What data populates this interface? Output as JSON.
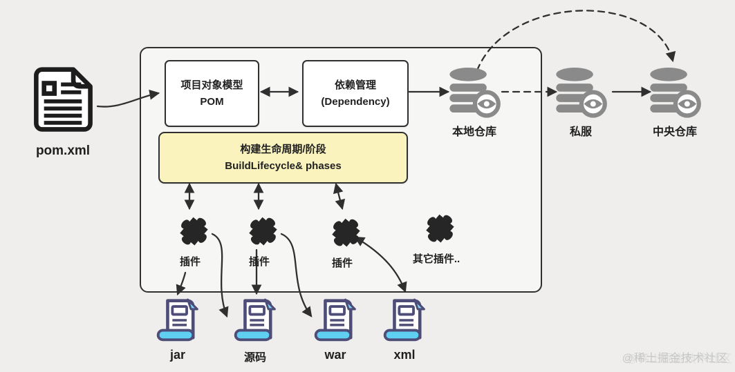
{
  "diagram": {
    "pom_file": {
      "label": "pom.xml"
    },
    "core": {
      "pom_box": {
        "line1": "项目对象模型",
        "line2": "POM"
      },
      "dependency_box": {
        "line1": "依赖管理",
        "line2": "(Dependency)"
      },
      "lifecycle_box": {
        "line1": "构建生命周期/阶段",
        "line2": "BuildLifecycle& phases"
      },
      "plugins": [
        {
          "label": "插件"
        },
        {
          "label": "插件"
        },
        {
          "label": "插件"
        },
        {
          "label": "其它插件.."
        }
      ]
    },
    "repositories": [
      {
        "label": "本地仓库"
      },
      {
        "label": "私服"
      },
      {
        "label": "中央仓库"
      }
    ],
    "artifacts": [
      {
        "label": "jar"
      },
      {
        "label": "源码"
      },
      {
        "label": "war"
      },
      {
        "label": "xml"
      }
    ],
    "watermark": "@稀土掘金技术社区",
    "colors": {
      "canvas_bg": "#EFEEEC",
      "container_bg": "#F6F6F4",
      "line": "#2F2F2F",
      "lifecycle_fill": "#FAF3BE",
      "repo_gray": "#8A8A8A",
      "plugin_dark": "#262626",
      "scroll_outline": "#4D4D78",
      "scroll_cyan": "#5FD0F2",
      "watermark_gray": "#C7C7C7"
    }
  }
}
